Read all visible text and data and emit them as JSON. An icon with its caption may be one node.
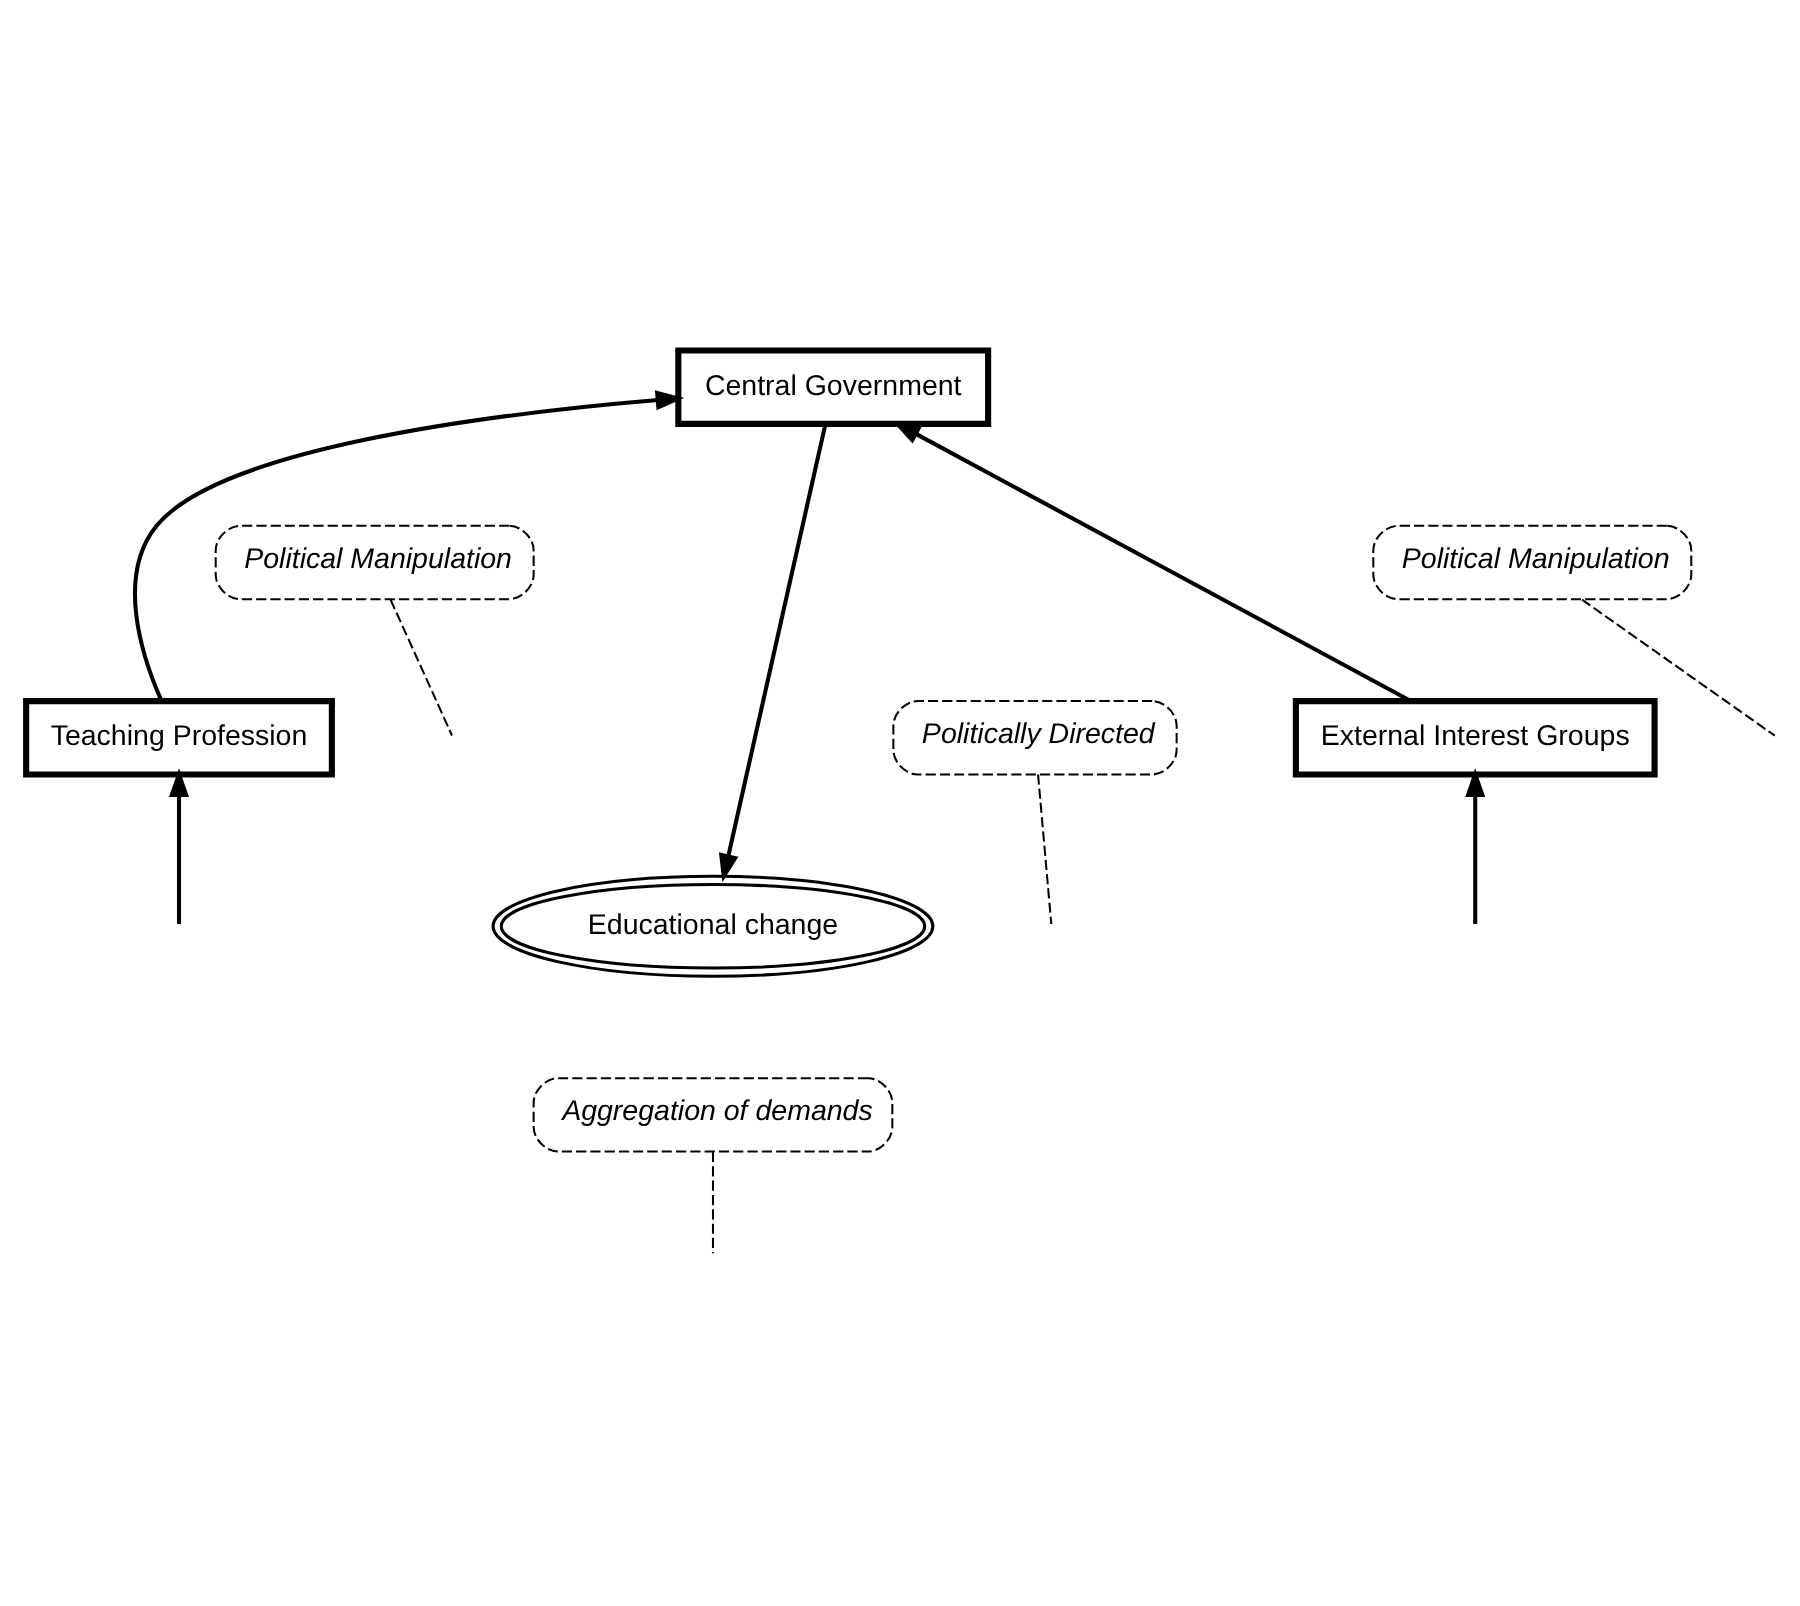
{
  "diagram": {
    "nodes": [
      {
        "text": [
          "Central Government"
        ]
      },
      {
        "text": [
          "Teaching Profession"
        ]
      },
      {
        "text": [
          "External Interest Groups"
        ]
      },
      {
        "text": [
          "Educational change"
        ]
      },
      {
        "text": [
          "Political Manipulation"
        ]
      },
      {
        "text": [
          "Political Manipulation"
        ]
      },
      {
        "text": [
          "Politically Directed"
        ]
      },
      {
        "text": [
          "Aggregation of demands"
        ]
      }
    ],
    "edges": [
      {
        "from": 1,
        "to": 0,
        "arrow": "to"
      },
      {
        "from": 2,
        "to": 0,
        "arrow": "to"
      },
      {
        "from": 0,
        "to": 3,
        "arrow": "to"
      },
      {
        "from": null,
        "to": 1,
        "arrow": "to"
      },
      {
        "from": null,
        "to": 2,
        "arrow": "to"
      },
      {
        "from": 4,
        "to": null,
        "arrow": "none",
        "style": "dashed"
      },
      {
        "from": 5,
        "to": null,
        "arrow": "none",
        "style": "dashed"
      },
      {
        "from": 6,
        "to": null,
        "arrow": "none",
        "style": "dashed"
      },
      {
        "from": 7,
        "to": null,
        "arrow": "none",
        "style": "dashed"
      }
    ]
  }
}
